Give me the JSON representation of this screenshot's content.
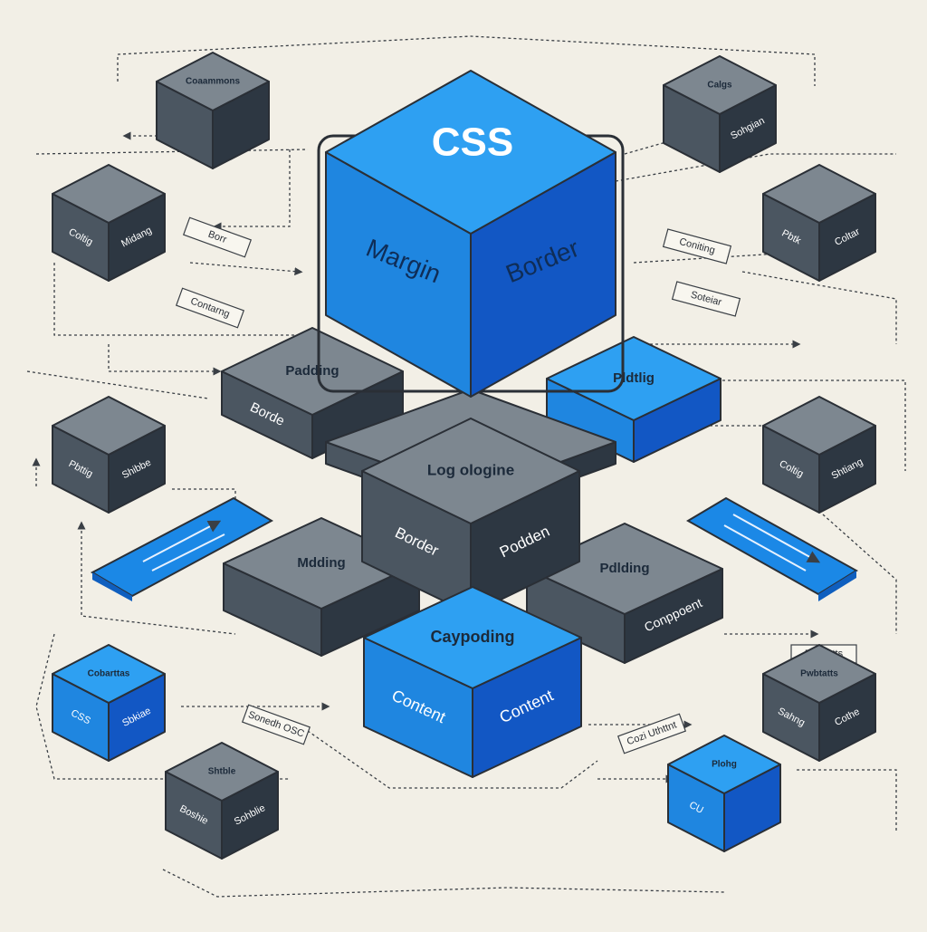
{
  "colors": {
    "background": "#f2efe6",
    "blue_top": "#2ea0f2",
    "blue_left": "#1f86e0",
    "blue_right": "#1257c4",
    "dark_top": "#7d8790",
    "dark_left": "#4b5661",
    "dark_right": "#2d3742",
    "outline": "#2a2f36",
    "connector": "#3a3f45"
  },
  "main_cube": {
    "top": "CSS",
    "left": "Margin",
    "right": "Border"
  },
  "center_cube": {
    "top": "Log ologine",
    "left": "Border",
    "right": "Podden"
  },
  "content_block": {
    "top": "Caypoding",
    "left": "Content",
    "right": "Content"
  },
  "slabs": {
    "upper_left": {
      "top": "Padding",
      "side": "Borde"
    },
    "upper_right": {
      "top": "Pldtlig"
    },
    "lower_left": {
      "top": "Mdding"
    },
    "lower_right": {
      "top": "Pdlding",
      "side": "Conppoent"
    }
  },
  "small_cubes": [
    {
      "top": "Coaammons",
      "left": "",
      "right": ""
    },
    {
      "top": "",
      "left": "Coltig",
      "right": "Midang"
    },
    {
      "top": "Calgs",
      "left": "",
      "right": "Sohgian"
    },
    {
      "top": "",
      "left": "Pbtk",
      "right": "Coltar"
    },
    {
      "top": "",
      "left": "Pbttig",
      "right": "Shibbe"
    },
    {
      "top": "",
      "left": "Coltig",
      "right": "Shtiang"
    },
    {
      "top": "Cobarttas",
      "left": "CSS",
      "right": "Sbkiae"
    },
    {
      "top": "Pwbtatts",
      "left": "Sahng",
      "right": "Cothe"
    },
    {
      "top": "Shtble",
      "left": "Boshie",
      "right": "Sohblie"
    },
    {
      "top": "Plohg",
      "left": "CU",
      "right": ""
    }
  ],
  "connector_labels": [
    "Borr",
    "Contarng",
    "Coniting",
    "Soteiar",
    "Pwbtatts",
    "Sonedh OSC",
    "Cozi Uthttnt"
  ]
}
